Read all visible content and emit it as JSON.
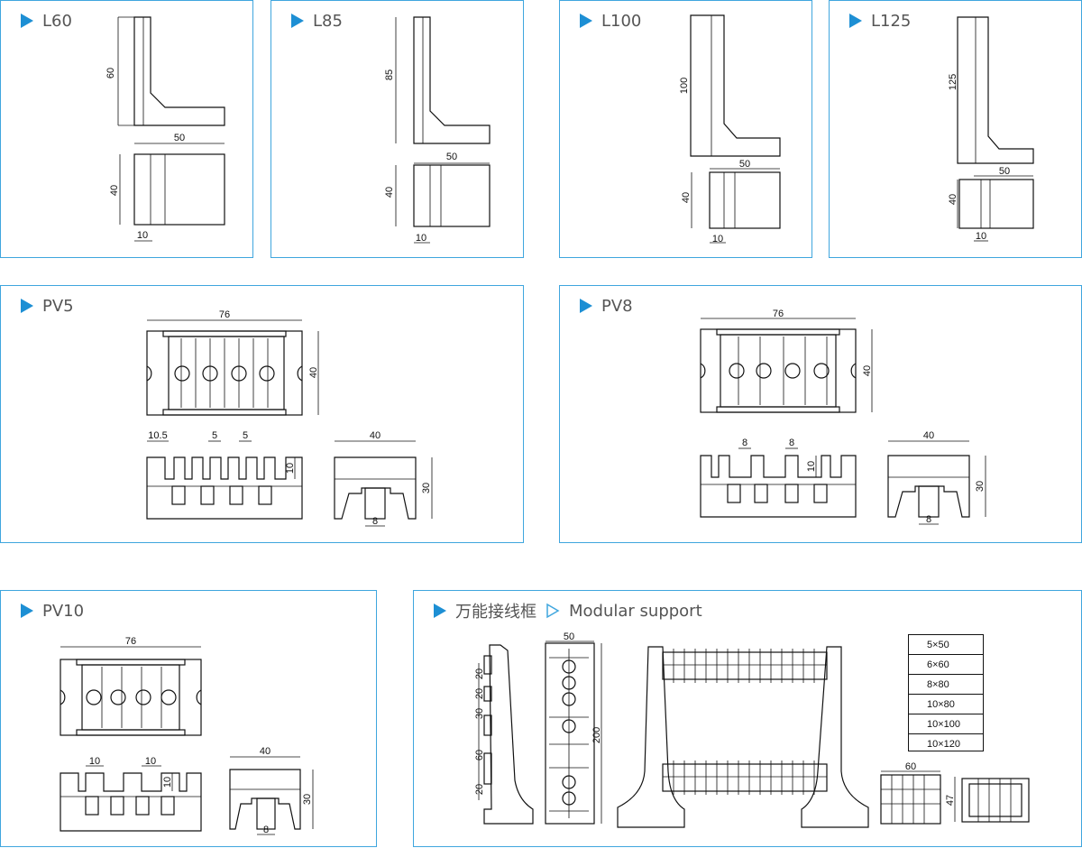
{
  "panels": {
    "l60": {
      "title": "L60",
      "dims": {
        "h": "60",
        "w": "50",
        "d": "40",
        "t": "10"
      }
    },
    "l85": {
      "title": "L85",
      "dims": {
        "h": "85",
        "w": "50",
        "d": "40",
        "t": "10"
      }
    },
    "l100": {
      "title": "L100",
      "dims": {
        "h": "100",
        "w": "50",
        "d": "40",
        "t": "10"
      }
    },
    "l125": {
      "title": "L125",
      "dims": {
        "h": "125",
        "w": "50",
        "d": "40",
        "t": "10"
      }
    },
    "pv5": {
      "title": "PV5",
      "dims": {
        "len": "76",
        "wid": "40",
        "gap1": "10.5",
        "gap2": "5",
        "gap3": "5",
        "slot": "10",
        "side_w": "40",
        "side_h": "30",
        "foot": "8"
      }
    },
    "pv8": {
      "title": "PV8",
      "dims": {
        "len": "76",
        "wid": "40",
        "gap1": "8",
        "gap2": "8",
        "slot": "10",
        "side_w": "40",
        "side_h": "30",
        "foot": "8"
      }
    },
    "pv10": {
      "title": "PV10",
      "dims": {
        "len": "76",
        "gap1": "10",
        "gap2": "10",
        "slot": "10",
        "side_w": "40",
        "side_h": "30",
        "foot": "8"
      }
    },
    "modular": {
      "title_cn": "万能接线框",
      "title_en": "Modular support",
      "dims": {
        "a": "20",
        "b": "20",
        "c": "30",
        "d": "60",
        "e": "20",
        "width": "50",
        "height": "200",
        "small_w": "60",
        "small_h": "47"
      },
      "sizes": [
        "5×50",
        "6×60",
        "8×80",
        "10×80",
        "10×100",
        "10×120"
      ]
    }
  },
  "colors": {
    "border": "#3fa6de",
    "triangle": "#1d8fd4",
    "line": "#111111"
  }
}
